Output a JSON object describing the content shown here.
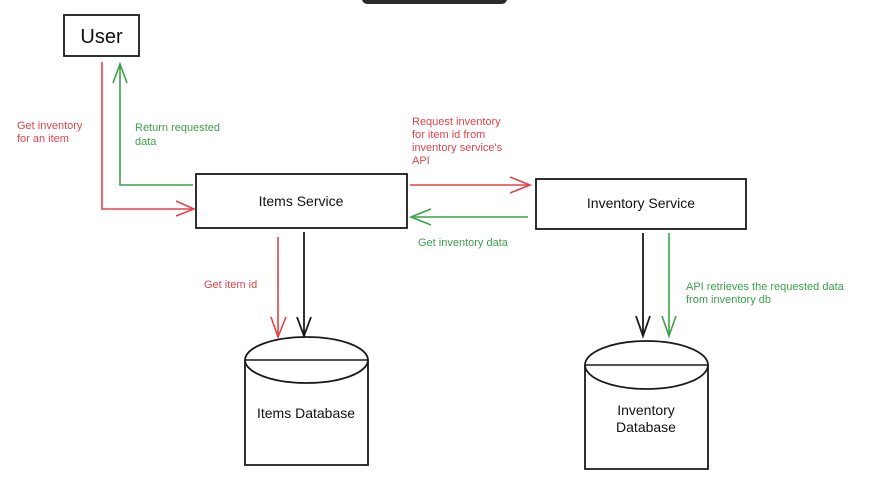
{
  "colors": {
    "ink": "#1a1a1a",
    "request": "#e0434a",
    "response": "#3ca14b"
  },
  "nodes": {
    "user": {
      "label": "User"
    },
    "items_service": {
      "label": "Items Service"
    },
    "inventory_service": {
      "label": "Inventory Service"
    },
    "items_database": {
      "label": "Items Database"
    },
    "inventory_database": {
      "lines": [
        "Inventory",
        "Database"
      ]
    }
  },
  "edges": {
    "user_to_items": {
      "lines": [
        "Get inventory",
        "for an item"
      ]
    },
    "items_to_user": {
      "lines": [
        "Return requested",
        "data"
      ]
    },
    "items_to_inventory": {
      "lines": [
        "Request inventory",
        "for item id from",
        "inventory service's",
        "API"
      ]
    },
    "inventory_to_items": {
      "lines": [
        "Get inventory data"
      ]
    },
    "items_to_itemsdb": {
      "lines": [
        "Get item id"
      ]
    },
    "inventory_to_inventorydb": {
      "lines": [
        "API retrieves the requested data",
        "from inventory db"
      ]
    }
  }
}
